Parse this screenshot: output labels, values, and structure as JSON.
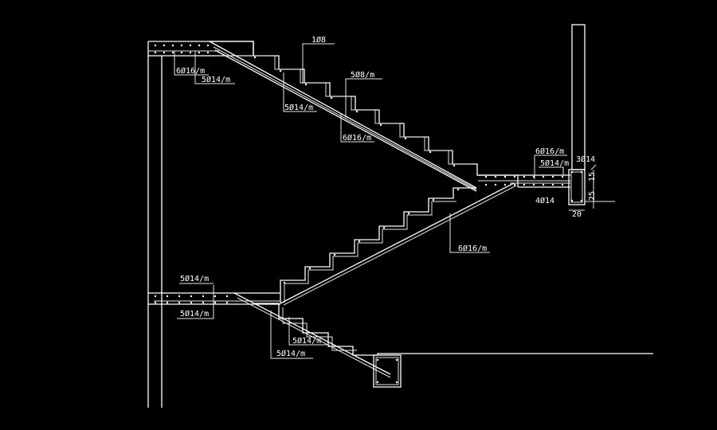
{
  "drawing": {
    "title": "Staircase reinforcement section",
    "background_color": "#000000",
    "line_color": "#ffffff",
    "labels": {
      "top_stirrup": "1Ø8",
      "top_slab_main": "6Ø16/m",
      "top_slab_dist": "5Ø14/m",
      "upper_flight_stirrup": "5Ø8/m",
      "upper_flight_dist": "5Ø14/m",
      "upper_flight_main": "6Ø16/m",
      "landing_main": "6Ø16/m",
      "landing_dist": "5Ø14/m",
      "beam_top": "3Ø14",
      "beam_bottom": "4Ø14",
      "beam_dim_width": "20",
      "beam_dim_h1": "15",
      "beam_dim_h2": "25",
      "lower_flight_main": "6Ø16/m",
      "mid_slab_top": "5Ø14/m",
      "mid_slab_bottom": "5Ø14/m",
      "bottom_flight_a": "5Ø14/m",
      "bottom_flight_b": "5Ø14/m"
    }
  }
}
